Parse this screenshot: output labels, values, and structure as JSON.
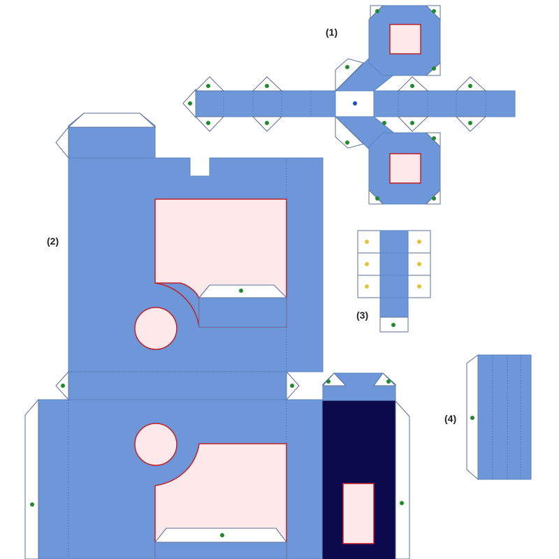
{
  "colors": {
    "panel": "#6d97d9",
    "panel_stroke": "#5a83c4",
    "window_fill": "#fde9e9",
    "window_stroke": "#c0202a",
    "tab_fill": "#ffffff",
    "tab_stroke": "#5b6f99",
    "dot_green": "#1f8a2a",
    "dot_blue": "#1f4fbf",
    "dot_yellow": "#e5c23a",
    "dark_panel": "#0a0a4d",
    "fold_line": "#4f78b8"
  },
  "icons": [
    "glue-dot",
    "fold-line",
    "cut-tab"
  ],
  "parts": [
    {
      "id": "1",
      "label": "(1)"
    },
    {
      "id": "2",
      "label": "(2)"
    },
    {
      "id": "3",
      "label": "(3)"
    },
    {
      "id": "4",
      "label": "(4)"
    }
  ]
}
